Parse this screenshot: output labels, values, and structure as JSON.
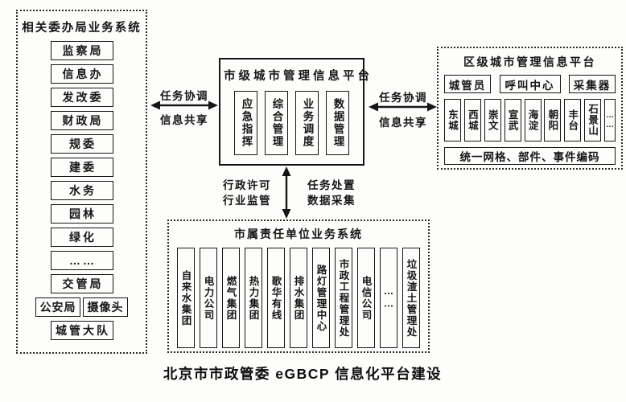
{
  "left_panel": {
    "title": "相关委办局业务系统",
    "items": [
      "监察局",
      "信息办",
      "发改委",
      "财政局",
      "规委",
      "建委",
      "水务",
      "园林",
      "绿化",
      "……",
      "交管局"
    ],
    "split_row": [
      "公安局",
      "摄像头"
    ],
    "last_item": "城管大队"
  },
  "center_panel": {
    "title": "市级城市管理信息平台",
    "modules": [
      "应急指挥",
      "综合管理",
      "业务调度",
      "数据管理"
    ]
  },
  "right_panel": {
    "title": "区级城市管理信息平台",
    "top_row": [
      "城管员",
      "呼叫中心",
      "采集器"
    ],
    "districts": [
      "东城",
      "西城",
      "崇文",
      "宣武",
      "海淀",
      "朝阳",
      "丰台",
      "石景山",
      "……"
    ],
    "footer": "统一网格、部件、事件编码"
  },
  "bottom_panel": {
    "title": "市属责任单位业务系统",
    "units": [
      "自来水集团",
      "电力公司",
      "燃气集团",
      "热力集团",
      "歌华有线",
      "排水集团",
      "路灯管理中心",
      "市政工程管理处",
      "电信公司",
      "……",
      "垃圾渣土管理处"
    ]
  },
  "arrows": {
    "left_horizontal": {
      "label_top": "任务协调",
      "label_bottom": "信息共享"
    },
    "right_horizontal": {
      "label_top": "任务协调",
      "label_bottom": "信息共享"
    },
    "vertical": {
      "left_label_line1": "行政许可",
      "left_label_line2": "行业监管",
      "right_label_line1": "任务处置",
      "right_label_line2": "数据采集"
    }
  },
  "caption": "北京市市政管委 eGBCP 信息化平台建设",
  "colors": {
    "ink": "#151515",
    "paper": "#fdfdfc"
  }
}
